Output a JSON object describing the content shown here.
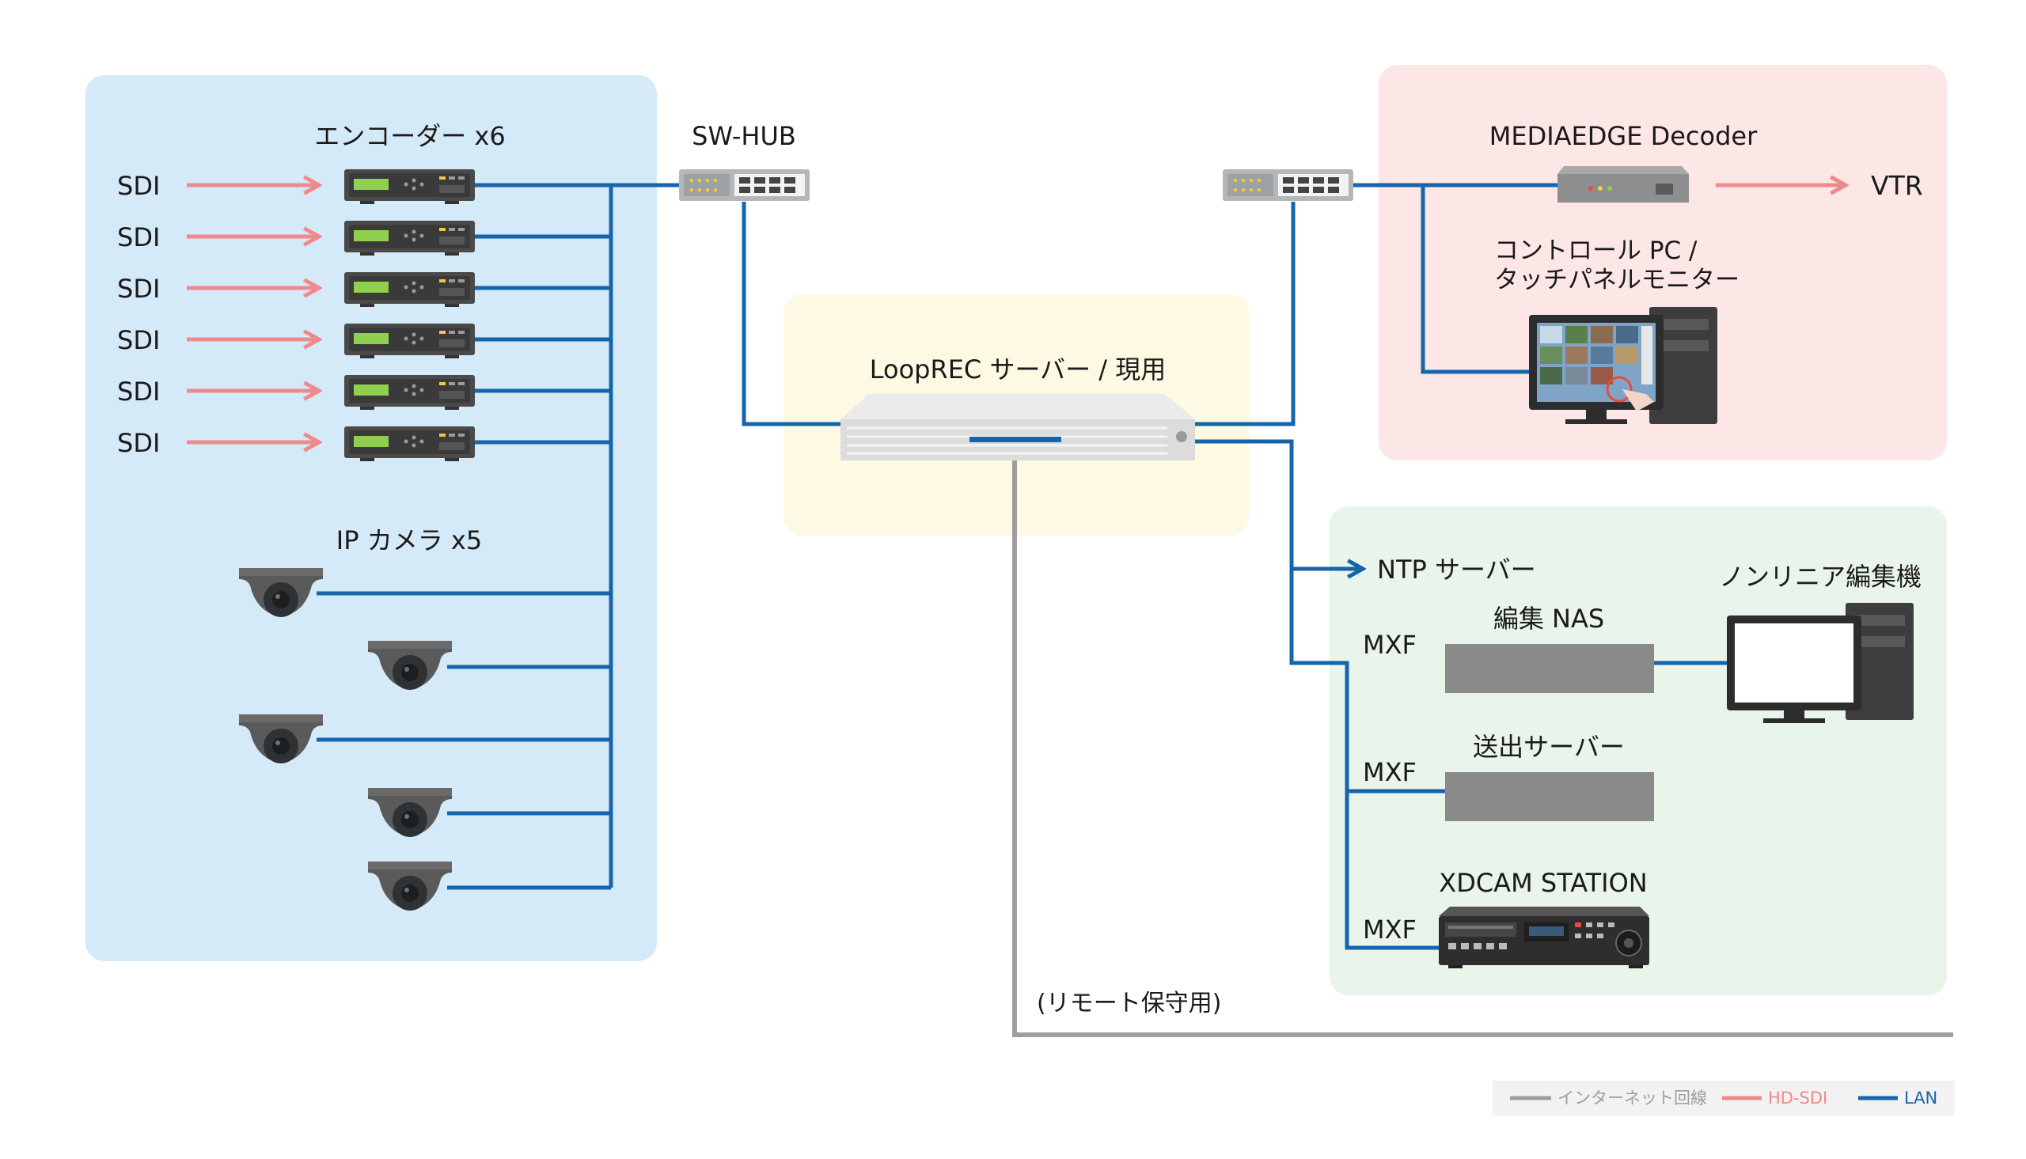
{
  "colors": {
    "lan": "#1565ad",
    "hd_sdi": "#ee8a8c",
    "internet": "#9e9e9e",
    "zone_encoder": "#d5eaf8",
    "zone_server": "#fdf9e2",
    "zone_decoder": "#fce6e6",
    "zone_editing": "#e9f4ea",
    "legend_bg": "#f2f2f2"
  },
  "labels": {
    "encoder_title": "エンコーダー x6",
    "sdi": [
      "SDI",
      "SDI",
      "SDI",
      "SDI",
      "SDI",
      "SDI"
    ],
    "ip_camera_title": "IP カメラ x5",
    "sw_hub": "SW-HUB",
    "server": "LoopREC サーバー / 現用",
    "decoder": "MEDIAEDGE Decoder",
    "vtr": "VTR",
    "control_pc_line1": "コントロール PC /",
    "control_pc_line2": "タッチパネルモニター",
    "ntp": "NTP サーバー",
    "nonlinear": "ノンリニア編集機",
    "edit_nas": "編集 NAS",
    "send_server": "送出サーバー",
    "xdcam": "XDCAM STATION",
    "mxf": [
      "MXF",
      "MXF",
      "MXF"
    ],
    "remote": "(リモート保守用)"
  },
  "legend": [
    {
      "label": "インターネット回線",
      "color": "#9e9e9e"
    },
    {
      "label": "HD-SDI",
      "color": "#ee8a8c"
    },
    {
      "label": "LAN",
      "color": "#1565ad"
    }
  ]
}
